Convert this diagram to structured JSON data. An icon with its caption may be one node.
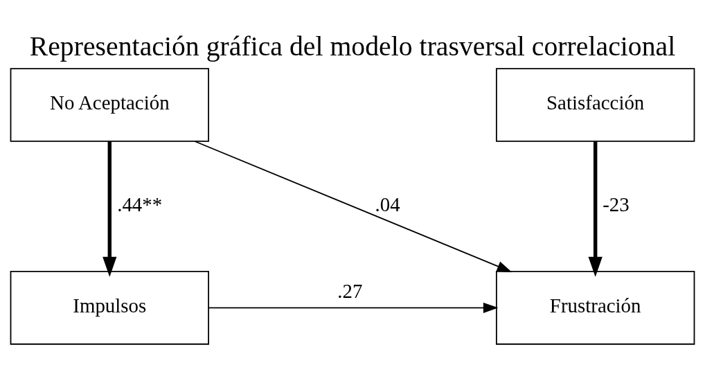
{
  "diagram": {
    "title": "Representación gráfica del modelo trasversal correlacional",
    "nodes": [
      {
        "text": [
          "No Aceptación"
        ]
      },
      {
        "text": [
          "Satisfacción"
        ]
      },
      {
        "text": [
          "Impulsos"
        ]
      },
      {
        "text": [
          "Frustración"
        ]
      }
    ],
    "edges": [
      {
        "from": 0,
        "to": 2,
        "arrow": "to",
        "label": ".44**",
        "style": "thick"
      },
      {
        "from": 0,
        "to": 3,
        "arrow": "to",
        "label": ".04"
      },
      {
        "from": 2,
        "to": 3,
        "arrow": "to",
        "label": ".27"
      },
      {
        "from": 1,
        "to": 3,
        "arrow": "to",
        "label": "-23",
        "style": "thick"
      }
    ]
  }
}
